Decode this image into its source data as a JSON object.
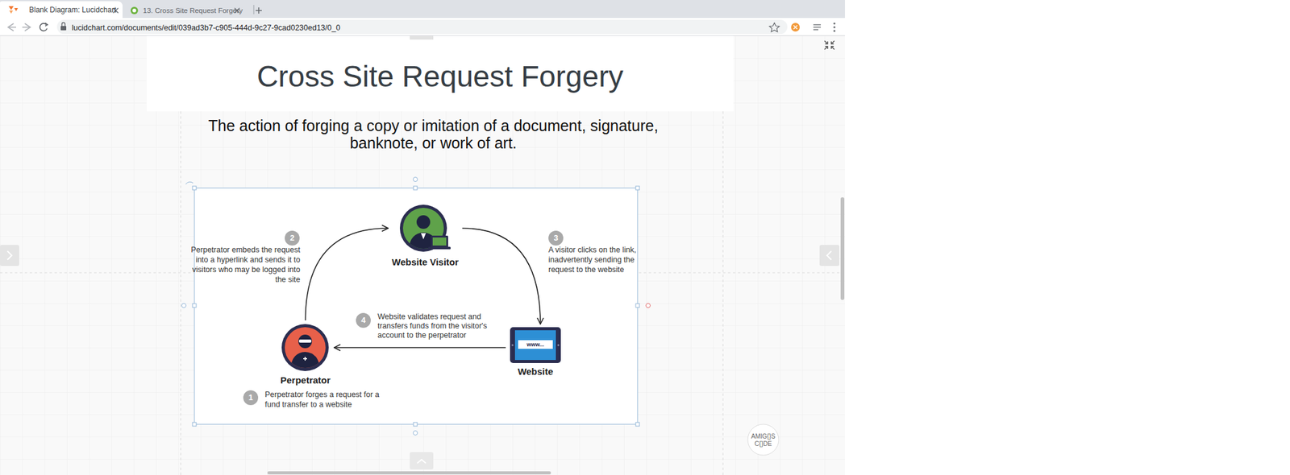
{
  "diagram": {
    "title": "Cross Site Request Forgery",
    "nodes": [
      {
        "text": [
          "Website Visitor"
        ]
      },
      {
        "text": [
          "Perpetrator"
        ]
      },
      {
        "text": [
          "www...",
          "Website"
        ]
      }
    ],
    "edges": [
      {
        "from": 1,
        "to": 0,
        "arrow": "to"
      },
      {
        "from": 0,
        "to": 2,
        "arrow": "to"
      },
      {
        "from": 2,
        "to": 1,
        "arrow": "to"
      }
    ],
    "labels": [
      "Blank Diagram: Lucidchart",
      "13. Cross Site Request Forgery",
      "lucidchart.com/documents/edit/039ad3b7-c905-444d-9c27-9cad0230ed13/0_0",
      "The action of forging a copy or imitation of a document, signature, banknote, or work of art.",
      "2",
      "Perpetrator embeds the request into a hyperlink and sends it to visitors who may be logged into the site",
      "3",
      "A visitor clicks on the link, inadvertently sending the request to the website",
      "4",
      "Website validates request and transfers funds from the visitor's account to the perpetrator",
      "1",
      "Perpetrator forges a request for a fund transfer to a website",
      "AMIG{}S",
      "C{}DE"
    ]
  }
}
